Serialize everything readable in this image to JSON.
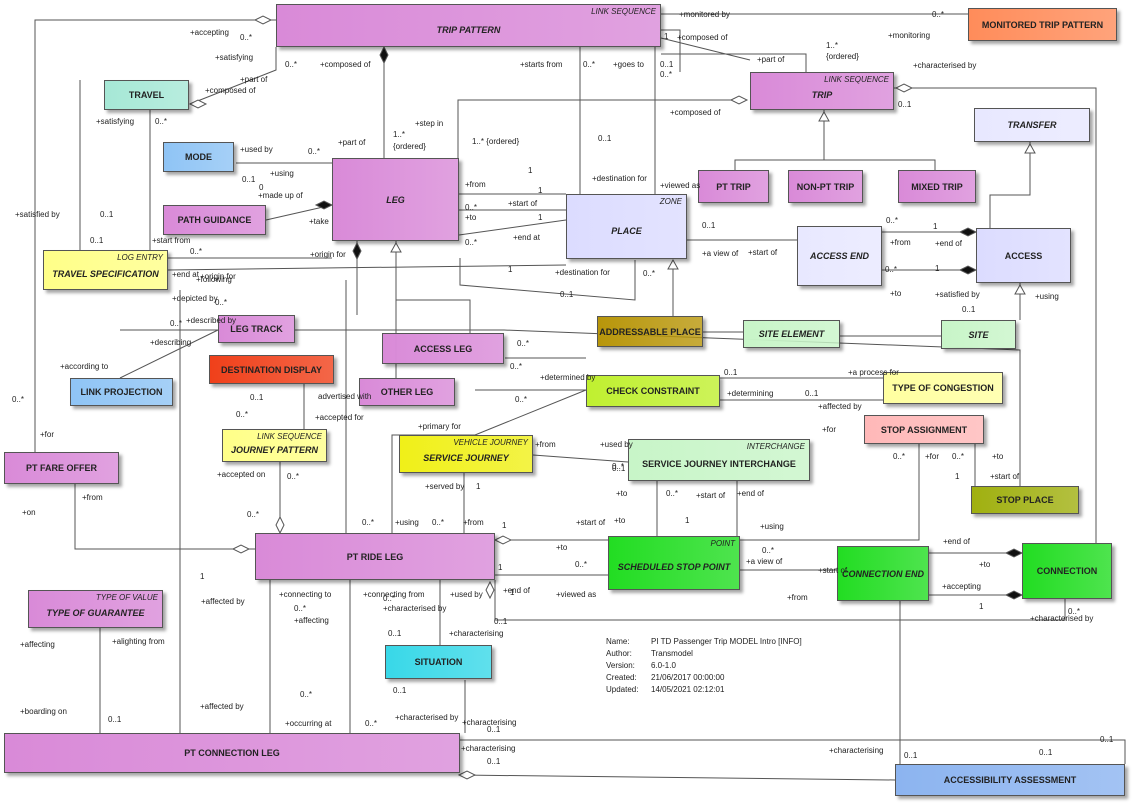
{
  "classes": {
    "trip_pattern": {
      "name": "TRIP PATTERN",
      "stereo": "LINK SEQUENCE",
      "color": "#d98ad8"
    },
    "monitored_trip_pattern": {
      "name": "MONITORED TRIP PATTERN",
      "color": "#ff8c5a"
    },
    "travel": {
      "name": "TRAVEL",
      "color": "#a6e8d6"
    },
    "trip": {
      "name": "TRIP",
      "stereo": "LINK SEQUENCE",
      "color": "#d98ad8"
    },
    "mode": {
      "name": "MODE",
      "color": "#8fc4f5"
    },
    "leg": {
      "name": "LEG",
      "color": "#d98ad8"
    },
    "place": {
      "name": "PLACE",
      "stereo": "ZONE",
      "color": "#dcdcff"
    },
    "transfer": {
      "name": "TRANSFER",
      "color": "#e8e8ff"
    },
    "pt_trip": {
      "name": "PT TRIP",
      "color": "#d98ad8"
    },
    "non_pt_trip": {
      "name": "NON-PT TRIP",
      "color": "#d98ad8"
    },
    "mixed_trip": {
      "name": "MIXED TRIP",
      "color": "#d98ad8"
    },
    "path_guidance": {
      "name": "PATH GUIDANCE",
      "color": "#d98ad8"
    },
    "access_end": {
      "name": "ACCESS END",
      "color": "#e8e8ff"
    },
    "access": {
      "name": "ACCESS",
      "color": "#dcdcff"
    },
    "travel_specification": {
      "name": "TRAVEL SPECIFICATION",
      "stereo": "LOG ENTRY",
      "color": "#ffff88"
    },
    "leg_track": {
      "name": "LEG TRACK",
      "color": "#d98ad8"
    },
    "addressable_place": {
      "name": "ADDRESSABLE PLACE",
      "color": "#b8960a"
    },
    "site_element": {
      "name": "SITE ELEMENT",
      "color": "#c8f5c8"
    },
    "site": {
      "name": "SITE",
      "color": "#c8f5c8"
    },
    "access_leg": {
      "name": "ACCESS LEG",
      "color": "#d98ad8"
    },
    "destination_display": {
      "name": "DESTINATION DISPLAY",
      "color": "#f0401a"
    },
    "link_projection": {
      "name": "LINK PROJECTION",
      "color": "#8fc4f5"
    },
    "other_leg": {
      "name": "OTHER LEG",
      "color": "#d98ad8"
    },
    "check_constraint": {
      "name": "CHECK CONSTRAINT",
      "color": "#c0f030"
    },
    "type_of_congestion": {
      "name": "TYPE OF CONGESTION",
      "color": "#ffffa0"
    },
    "stop_assignment": {
      "name": "STOP ASSIGNMENT",
      "color": "#ffb8b8"
    },
    "journey_pattern": {
      "name": "JOURNEY PATTERN",
      "stereo": "LINK SEQUENCE",
      "color": "#ffff88"
    },
    "pt_fare_offer": {
      "name": "PT FARE OFFER",
      "color": "#d98ad8"
    },
    "service_journey": {
      "name": "SERVICE JOURNEY",
      "stereo": "VEHICLE JOURNEY",
      "color": "#f0f018"
    },
    "service_journey_interchange": {
      "name": "SERVICE JOURNEY INTERCHANGE",
      "stereo": "INTERCHANGE",
      "color": "#c8f5c8"
    },
    "stop_place": {
      "name": "STOP PLACE",
      "color": "#a0b010"
    },
    "pt_ride_leg": {
      "name": "PT RIDE LEG",
      "color": "#d98ad8"
    },
    "scheduled_stop_point": {
      "name": "SCHEDULED STOP POINT",
      "stereo": "POINT",
      "color": "#22dd22"
    },
    "connection_end": {
      "name": "CONNECTION END",
      "color": "#22dd22"
    },
    "connection": {
      "name": "CONNECTION",
      "color": "#22dd22"
    },
    "type_of_guarantee": {
      "name": "TYPE OF GUARANTEE",
      "stereo": "TYPE OF VALUE",
      "color": "#d98ad8"
    },
    "situation": {
      "name": "SITUATION",
      "color": "#38d8e8"
    },
    "pt_connection_leg": {
      "name": "PT CONNECTION  LEG",
      "color": "#d98ad8"
    },
    "accessibility_assessment": {
      "name": "ACCESSIBILITY ASSESSMENT",
      "color": "#8cb4f0"
    }
  },
  "labels": [
    "+accepting",
    "0..*",
    "+satisfying",
    "+part of",
    "+composed of",
    "0..*",
    "+composed of",
    "+starts from",
    "0..*",
    "+goes to",
    "0..1",
    "0..*",
    "+monitored by",
    "0..*",
    "1",
    "+composed of",
    "+monitoring",
    "1..*",
    "{ordered}",
    "+part of",
    "+characterised by",
    "0..1",
    "+composed of",
    "+satisfying",
    "0..*",
    "1..*",
    "{ordered}",
    "+step in",
    "1..* {ordered}",
    "+part of",
    "+used by",
    "0..*",
    "+using",
    "0..1",
    "0",
    "+made up of",
    "+take",
    "+from",
    "1",
    "+start of",
    "0..*",
    "+to",
    "1",
    "+end at",
    "0..*",
    "+origin for",
    "1",
    "+destination for",
    "0..1",
    "+viewed as",
    "0..1",
    "+a view of",
    "+start of",
    "0..*",
    "1",
    "+from",
    "+end of",
    "0..*",
    "1",
    "+to",
    "+satisfied by",
    "+satisfied by",
    "0..1",
    "0..1",
    "+start from",
    "0..*",
    "+end at",
    "+following",
    "+origin for",
    "1",
    "+destination for",
    "0..1",
    "0..*",
    "+depicted by",
    "0..*",
    "0..*",
    "+described by",
    "+describing",
    "+according to",
    "0..1",
    "+using",
    "0..*",
    "0..*",
    "+determined by",
    "0..1",
    "+a process for",
    "0..*",
    "+determining",
    "0..1",
    "+affected by",
    "+primary for",
    "0..1",
    "advertised with",
    "0..*",
    "+accepted for",
    "0..*",
    "+for",
    "+for",
    "0..*",
    "+for",
    "0..*",
    "+to",
    "1",
    "+start of",
    "+from",
    "0..*",
    "+used by",
    "0..1",
    "+served by",
    "1",
    "+accepted on",
    "0..*",
    "+on",
    "+from",
    "0..*",
    "+to",
    "0..*",
    "+start of",
    "+end of",
    "+to",
    "1",
    "+using",
    "0..*",
    "+using",
    "0..*",
    "+from",
    "1",
    "+start of",
    "+to",
    "1",
    "0..*",
    "+end of",
    "1",
    "+viewed as",
    "0..*",
    "+a view of",
    "+start of",
    "+from",
    "+end of",
    "+to",
    "+accepting",
    "1",
    "1",
    "+connecting to",
    "+connecting from",
    "+affected by",
    "0..*",
    "+affecting",
    "0..*",
    "+characterised by",
    "+used by",
    "0..1",
    "+characterising",
    "0..1",
    "+characterised by",
    "0..*",
    "+affecting",
    "+alighting from",
    "+boarding on",
    "0..1",
    "0..1",
    "+affected by",
    "0..*",
    "+occurring at",
    "0..*",
    "+characterised by",
    "+characterising",
    "0..1",
    "+characterising",
    "0..1",
    "+characterising",
    "0..1",
    "0..1",
    "0..1"
  ],
  "meta": {
    "rows": [
      {
        "key": "Name:",
        "value": "PI TD Passenger Trip MODEL Intro [INFO]"
      },
      {
        "key": "Author:",
        "value": "Transmodel"
      },
      {
        "key": "Version:",
        "value": "6.0-1.0"
      },
      {
        "key": "Created:",
        "value": "21/06/2017 00:00:00"
      },
      {
        "key": "Updated:",
        "value": "14/05/2021 02:12:01"
      }
    ]
  }
}
